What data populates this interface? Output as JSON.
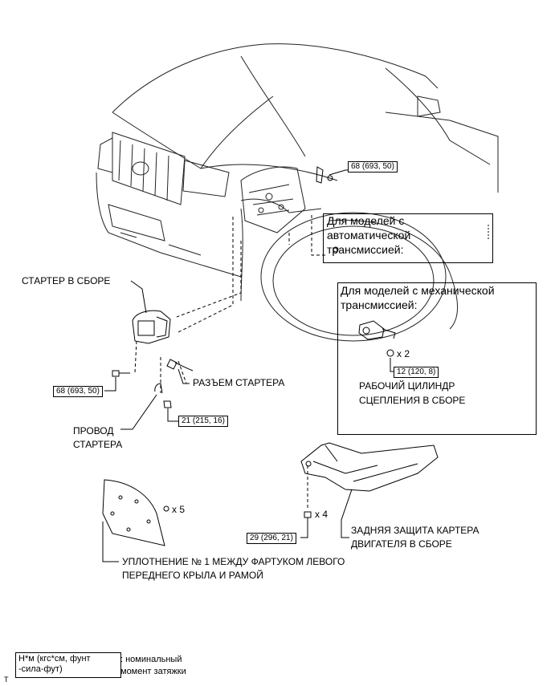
{
  "labels": {
    "starter_assembly": "СТАРТЕР В СБОРЕ",
    "starter_connector": "РАЗЪЕМ СТАРТЕРА",
    "starter_wire_line1": "ПРОВОД",
    "starter_wire_line2": "СТАРТЕРА",
    "auto_box_line1": "Для моделей с",
    "auto_box_line2": "автоматической",
    "auto_box_line3": "трансмиссией:",
    "manual_box_line1": "Для моделей с механической",
    "manual_box_line2": "трансмиссией:",
    "clutch_line1": "РАБОЧИЙ ЦИЛИНДР",
    "clutch_line2": "СЦЕПЛЕНИЯ В СБОРЕ",
    "rear_guard_line1": "ЗАДНЯЯ ЗАЩИТА КАРТЕРА",
    "rear_guard_line2": "ДВИГАТЕЛЯ В СБОРЕ",
    "seal_line1": "УПЛОТНЕНИЕ № 1 МЕЖДУ ФАРТУКОМ ЛЕВОГО",
    "seal_line2": "ПЕРЕДНЕГО КРЫЛА И РАМОЙ",
    "qty_x2": "x 2",
    "qty_x4": "x 4",
    "qty_x5": "x 5"
  },
  "torques": {
    "top_bolt": "68 (693, 50)",
    "starter_bolt": "68 (693, 50)",
    "starter_nut": "21 (215, 16)",
    "clutch_bolt": "12 (120, 8)",
    "guard_bolt": "29 (296, 21)"
  },
  "legend": {
    "box_line1": "Н*м (кгс*см, фунт",
    "box_line2": "-сила-фут)",
    "desc_line1": ": номинальный",
    "desc_line2": "момент затяжки",
    "marker": "T"
  }
}
